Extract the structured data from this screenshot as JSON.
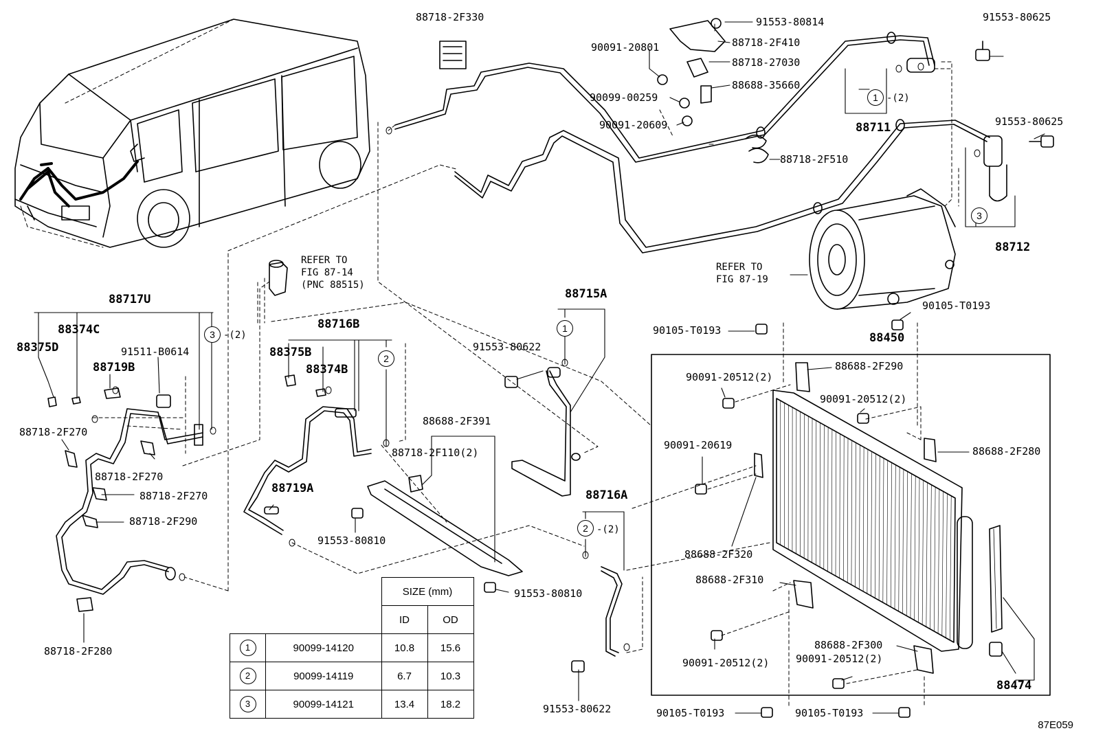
{
  "refs": {
    "fig_87_14": [
      "REFER TO",
      "FIG 87-14",
      "(PNC 88515)"
    ],
    "fig_87_19": [
      "REFER TO",
      "FIG 87-19"
    ]
  },
  "parts": {
    "p88718_2F330": "88718-2F330",
    "p91553_80814": "91553-80814",
    "p91553_80625a": "91553-80625",
    "p90091_20801": "90091-20801",
    "p88718_2F410": "88718-2F410",
    "p88718_27030": "88718-27030",
    "p88688_35660": "88688-35660",
    "p90099_00259": "90099-00259",
    "p90091_20609": "90091-20609",
    "p88711": "88711",
    "p91553_80625b": "91553-80625",
    "p88718_2F510": "88718-2F510",
    "p88712": "88712",
    "p88717U": "88717U",
    "p88374C": "88374C",
    "p88375D": "88375D",
    "p91511_B0614": "91511-B0614",
    "p88719B": "88719B",
    "p88718_2F270a": "88718-2F270",
    "p88718_2F270b": "88718-2F270",
    "p88718_2F270c": "88718-2F270",
    "p88718_2F290": "88718-2F290",
    "p88718_2F280": "88718-2F280",
    "p88716B": "88716B",
    "p88375B": "88375B",
    "p88374B": "88374B",
    "p88719A": "88719A",
    "p91553_80810a": "91553-80810",
    "p88688_2F391": "88688-2F391",
    "p88718_2F110": "88718-2F110(2)",
    "p91553_80810b": "91553-80810",
    "p88715A": "88715A",
    "p91553_80622a": "91553-80622",
    "p88716A": "88716A",
    "p91553_80622b": "91553-80622",
    "p90105_T0193a": "90105-T0193",
    "p90105_T0193b": "90105-T0193",
    "p88450": "88450",
    "p88688_2F290": "88688-2F290",
    "p90091_20512a": "90091-20512(2)",
    "p90091_20512b": "90091-20512(2)",
    "p88688_2F280": "88688-2F280",
    "p90091_20619": "90091-20619",
    "p88688_2F320": "88688-2F320",
    "p88688_2F310": "88688-2F310",
    "p90091_20512c": "90091-20512(2)",
    "p88688_2F300": "88688-2F300",
    "p90091_20512d": "90091-20512(2)",
    "p88474": "88474",
    "p90105_T0193c": "90105-T0193",
    "p90105_T0193d": "90105-T0193"
  },
  "callouts": {
    "c1a": "1",
    "c1a_qty": "-(2)",
    "c3a": "3",
    "c3b": "3",
    "c3b_qty": "-(2)",
    "c2a": "2",
    "c1b": "1",
    "c2b": "2",
    "c2b_qty": "-(2)"
  },
  "size_table": {
    "header": "SIZE (mm)",
    "col_id": "ID",
    "col_od": "OD",
    "rows": [
      {
        "mark": "1",
        "part": "90099-14120",
        "id": "10.8",
        "od": "15.6"
      },
      {
        "mark": "2",
        "part": "90099-14119",
        "id": "6.7",
        "od": "10.3"
      },
      {
        "mark": "3",
        "part": "90099-14121",
        "id": "13.4",
        "od": "18.2"
      }
    ]
  },
  "figure_id": "87E059"
}
